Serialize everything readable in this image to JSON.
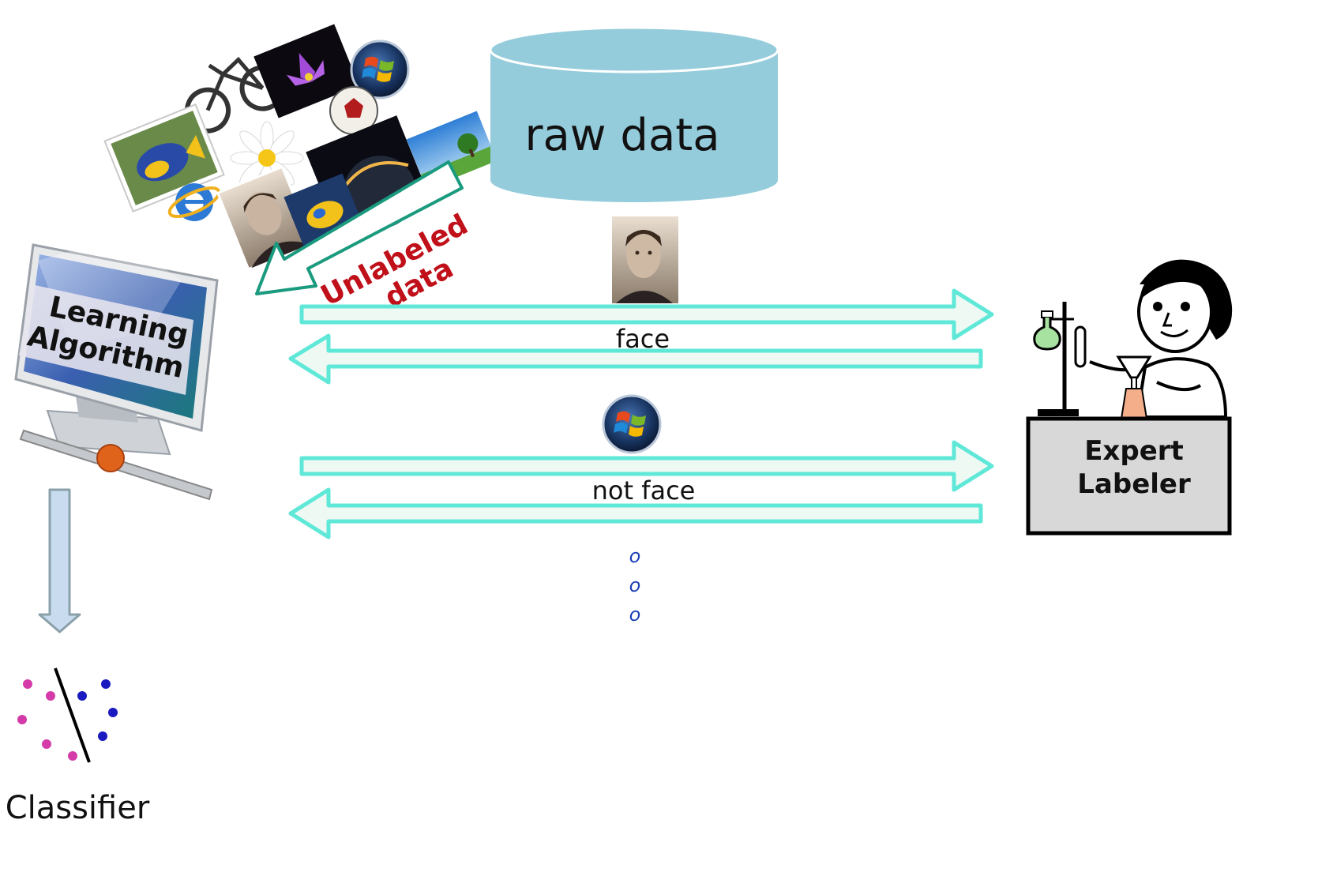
{
  "diagram": {
    "database_label": "raw data",
    "unlabeled_label_line1": "Unlabeled",
    "unlabeled_label_line2": "data",
    "learner_label_line1": "Learning",
    "learner_label_line2": "Algorithm",
    "query_1_response": "face",
    "query_2_response": "not face",
    "ellipsis_marks": [
      "o",
      "o",
      "o"
    ],
    "expert_label_line1": "Expert",
    "expert_label_line2": "Labeler",
    "classifier_label": "Classifier"
  },
  "colors": {
    "database_fill": "#95ccdc",
    "arrow_fill": "#eef9f4",
    "arrow_stroke": "#5fe8d8",
    "unlabeled_arrow_stroke": "#1a9a7e",
    "unlabeled_text": "#c0101a",
    "ellipsis_text": "#1a3fb8",
    "class_a_dot": "#d43ba8",
    "class_b_dot": "#1a1ac0"
  },
  "icons": {
    "learner": "computer-monitor-icon",
    "expert": "scientist-at-lab-bench-icon",
    "query_1_image": "face-photo-thumbnail",
    "query_2_image": "windows-logo-icon"
  }
}
